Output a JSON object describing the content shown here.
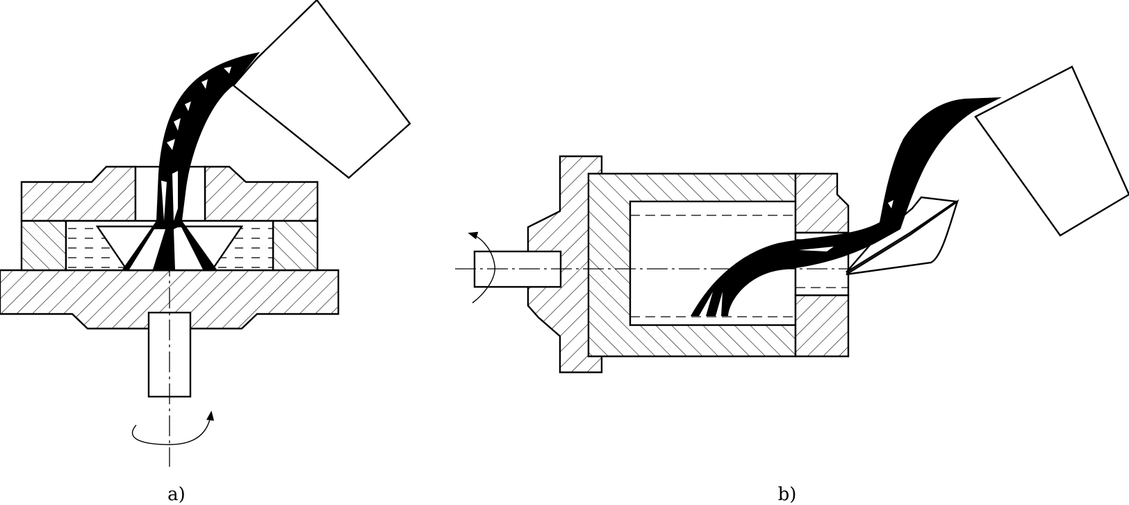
{
  "figure": {
    "panels": [
      {
        "id": "a",
        "caption": "a)"
      },
      {
        "id": "b",
        "caption": "b)"
      }
    ],
    "colors": {
      "line": "#000000",
      "background": "#ffffff",
      "metal": "#000000"
    }
  }
}
